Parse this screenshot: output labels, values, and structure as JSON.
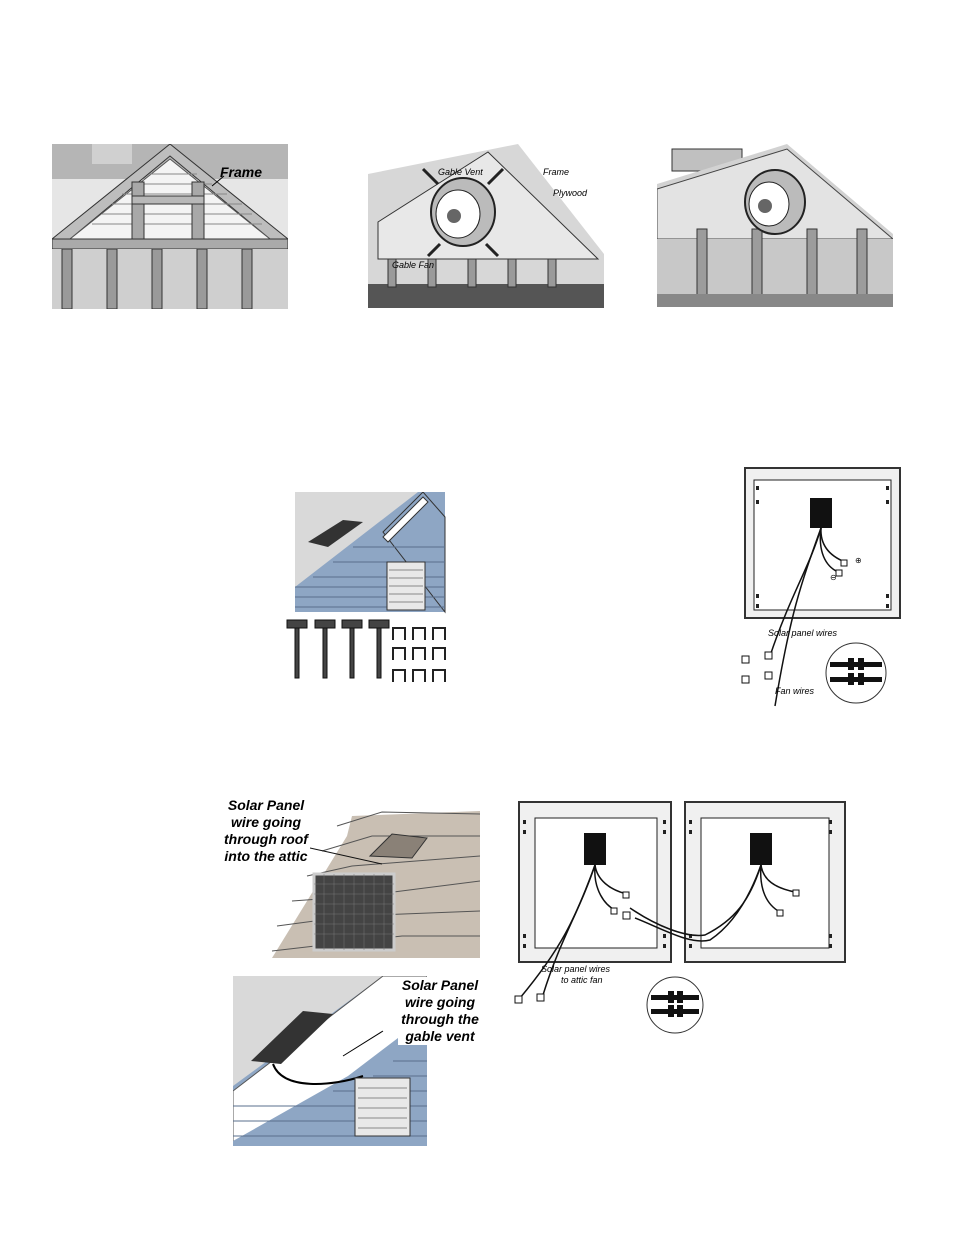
{
  "fig1": {
    "frame_label": "Frame"
  },
  "fig2": {
    "gable_vent_label": "Gable Vent",
    "frame_label": "Frame",
    "plywood_label": "Plywood",
    "gable_fan_label": "Gable Fan"
  },
  "fig5": {
    "solar_panel_wires_label": "Solar panel wires",
    "fan_wires_label": "Fan wires"
  },
  "fig6": {
    "caption_line1": "Solar Panel",
    "caption_line2": "wire going",
    "caption_line3": "through roof",
    "caption_line4": "into the attic"
  },
  "fig7": {
    "caption_line1": "Solar Panel",
    "caption_line2": "wire going",
    "caption_line3": "through the",
    "caption_line4": "gable vent"
  },
  "fig8": {
    "wires_label_line1": "Solar panel wires",
    "wires_label_line2": "to attic fan"
  },
  "colors": {
    "siding": "#8ea6c4",
    "shingle": "#d9d9d9",
    "roof_tan": "#c9bfb3",
    "frame_gray": "#9a9a9a"
  }
}
